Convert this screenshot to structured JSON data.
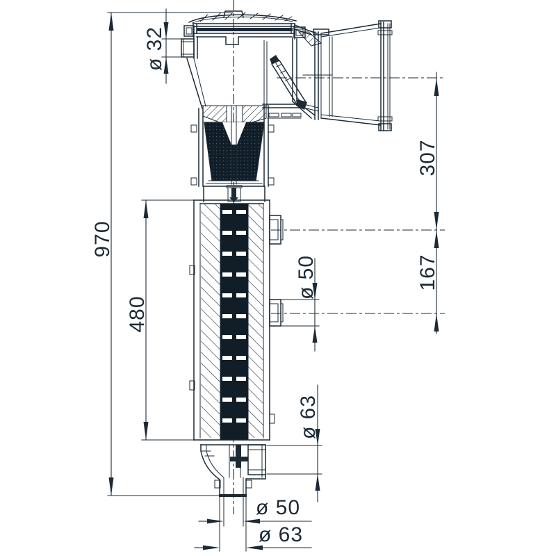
{
  "drawing": {
    "kind": "technical-section-drawing",
    "colors": {
      "ink": "#1c2a36",
      "dark_fill": "#111d27",
      "paper": "#ffffff"
    },
    "dimensions": {
      "top_port_diameter": "ø 32",
      "overall_height": "970",
      "cartridge_height": "480",
      "mouth_to_upper_port": "307",
      "upper_to_lower_port": "167",
      "side_port_diameter": "ø 50",
      "bottom_outlet_diameter": "ø 63",
      "bottom_pipe_inner_diameter": "ø 50",
      "bottom_pipe_outer_diameter": "ø 63"
    }
  }
}
